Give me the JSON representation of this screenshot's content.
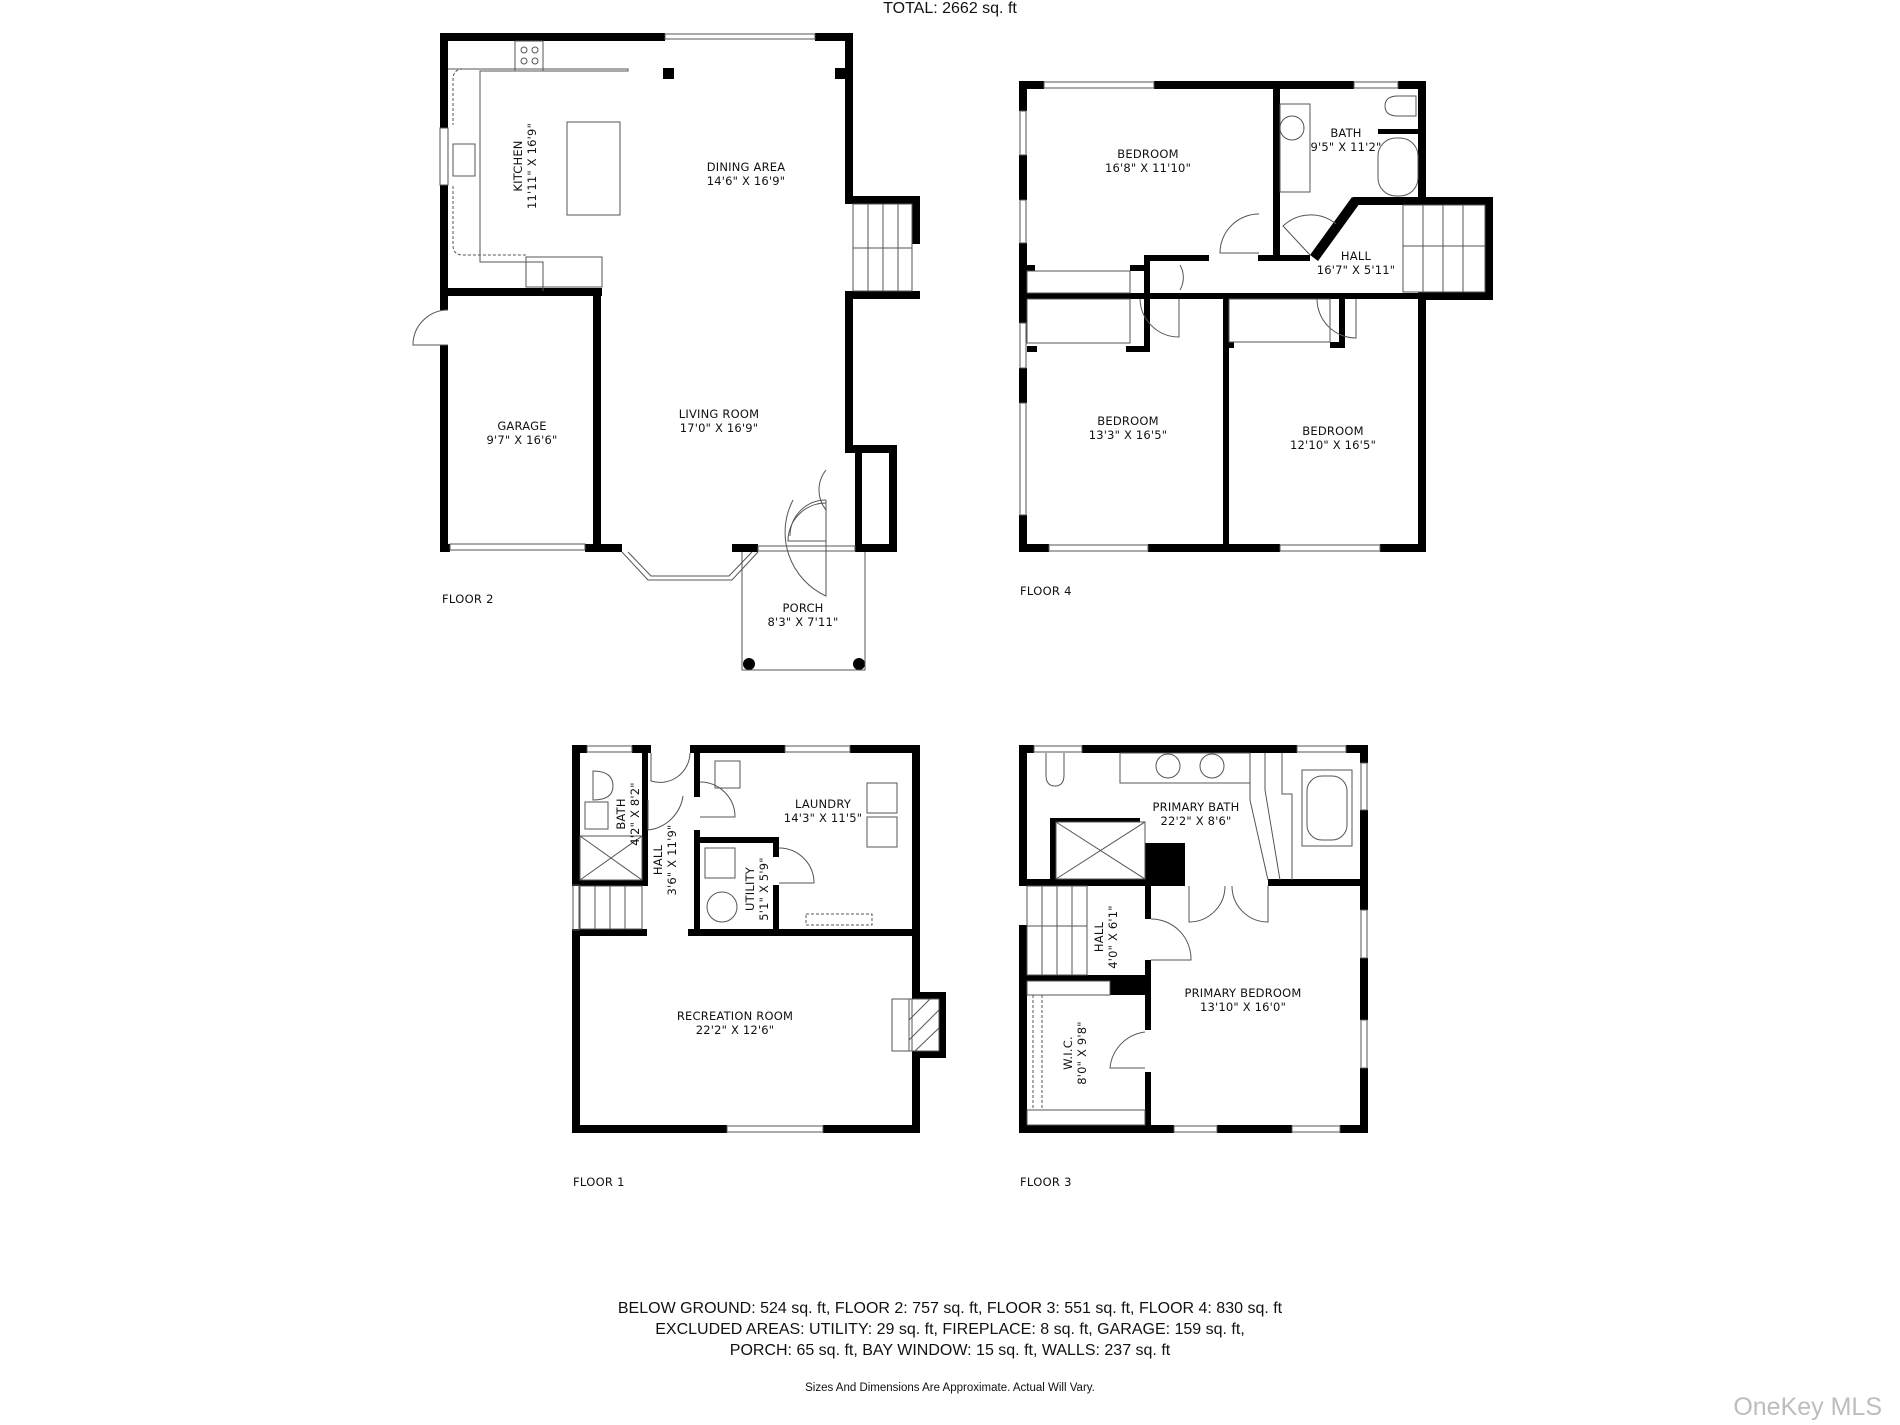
{
  "floors": [
    {
      "label": "FLOOR 2",
      "rooms": [
        {
          "name": "KITCHEN",
          "size": "11'11\" X 16'9\""
        },
        {
          "name": "DINING AREA",
          "size": "14'6\" X 16'9\""
        },
        {
          "name": "GARAGE",
          "size": "9'7\" X 16'6\""
        },
        {
          "name": "LIVING ROOM",
          "size": "17'0\" X 16'9\""
        },
        {
          "name": "PORCH",
          "size": "8'3\" X 7'11\""
        }
      ]
    },
    {
      "label": "FLOOR 4",
      "rooms": [
        {
          "name": "BEDROOM",
          "size": "16'8\" X 11'10\""
        },
        {
          "name": "BATH",
          "size": "9'5\" X 11'2\""
        },
        {
          "name": "HALL",
          "size": "16'7\" X 5'11\""
        },
        {
          "name": "BEDROOM",
          "size": "13'3\" X 16'5\""
        },
        {
          "name": "BEDROOM",
          "size": "12'10\" X 16'5\""
        }
      ]
    },
    {
      "label": "FLOOR 1",
      "rooms": [
        {
          "name": "BATH",
          "size": "4'2\" X 8'2\""
        },
        {
          "name": "HALL",
          "size": "3'6\" X 11'9\""
        },
        {
          "name": "LAUNDRY",
          "size": "14'3\" X 11'5\""
        },
        {
          "name": "UTILITY",
          "size": "5'1\" X 5'9\""
        },
        {
          "name": "RECREATION ROOM",
          "size": "22'2\" X 12'6\""
        }
      ]
    },
    {
      "label": "FLOOR 3",
      "rooms": [
        {
          "name": "PRIMARY BATH",
          "size": "22'2\" X 8'6\""
        },
        {
          "name": "HALL",
          "size": "4'0\" X 6'1\""
        },
        {
          "name": "PRIMARY BEDROOM",
          "size": "13'10\" X 16'0\""
        },
        {
          "name": "W.I.C.",
          "size": "8'0\" X 9'8\""
        }
      ]
    }
  ],
  "summary": {
    "total": "TOTAL: 2662 sq. ft",
    "line1": "BELOW GROUND: 524 sq. ft, FLOOR 2: 757 sq. ft, FLOOR 3: 551 sq. ft, FLOOR 4: 830 sq. ft",
    "line2": "EXCLUDED AREAS: UTILITY: 29 sq. ft, FIREPLACE: 8 sq. ft, GARAGE: 159 sq. ft,",
    "line3": "PORCH: 65 sq. ft, BAY WINDOW: 15 sq. ft, WALLS: 237 sq. ft",
    "disclaimer": "Sizes And Dimensions Are Approximate. Actual Will Vary."
  },
  "watermark": "OneKey MLS",
  "colors": {
    "wall": "#000000",
    "fixture": "#555555",
    "background": "#ffffff",
    "watermark": "#bdbdbd"
  }
}
